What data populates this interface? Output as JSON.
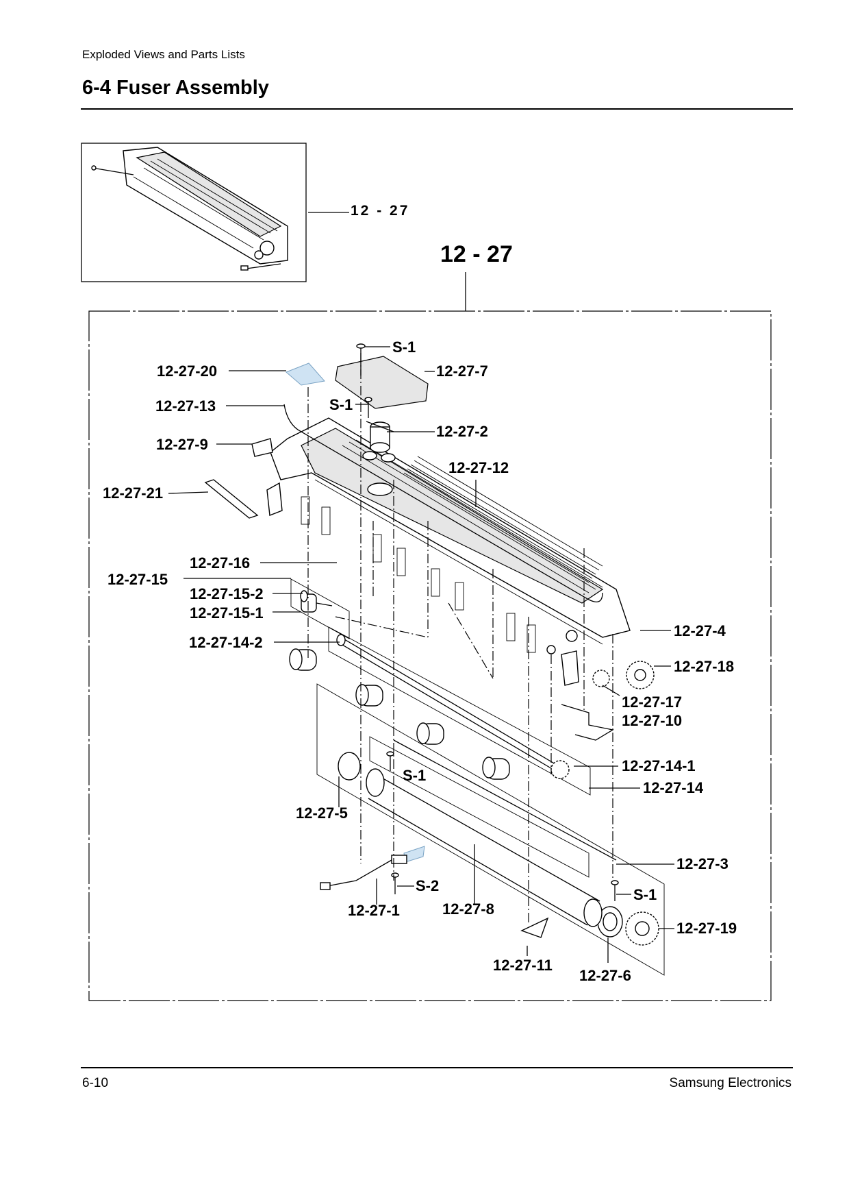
{
  "page": {
    "running_head": "Exploded Views and Parts Lists",
    "title": "6-4  Fuser Assembly",
    "footer_left": "6-10",
    "footer_right": "Samsung Electronics"
  },
  "diagram": {
    "inset_label": "12 - 27",
    "assembly_label": "12 - 27",
    "callouts": {
      "s1_top": "S-1",
      "p7": "12-27-7",
      "p20": "12-27-20",
      "s1_mid": "S-1",
      "p13": "12-27-13",
      "p2": "12-27-2",
      "p9": "12-27-9",
      "p12": "12-27-12",
      "p21": "12-27-21",
      "p16": "12-27-16",
      "p15": "12-27-15",
      "p15_2": "12-27-15-2",
      "p15_1": "12-27-15-1",
      "p4": "12-27-4",
      "p14_2": "12-27-14-2",
      "p18": "12-27-18",
      "p17": "12-27-17",
      "p10": "12-27-10",
      "p14_1": "12-27-14-1",
      "s1_lower": "S-1",
      "p14": "12-27-14",
      "p5": "12-27-5",
      "p3": "12-27-3",
      "s2": "S-2",
      "s1_right": "S-1",
      "p1": "12-27-1",
      "p8": "12-27-8",
      "p19": "12-27-19",
      "p11": "12-27-11",
      "p6": "12-27-6"
    }
  }
}
